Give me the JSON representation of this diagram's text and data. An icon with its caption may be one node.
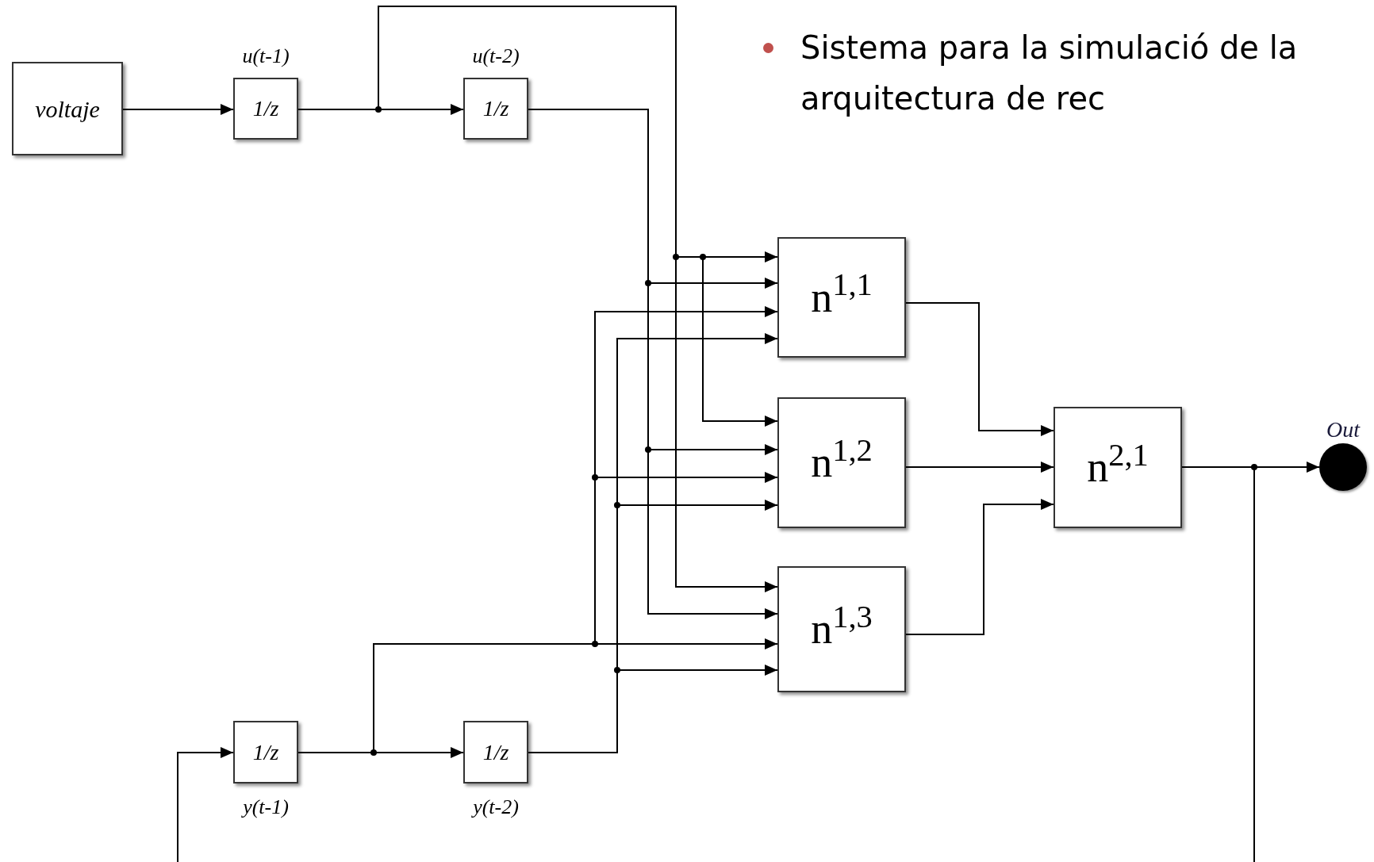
{
  "diagram": {
    "nodes": [
      {
        "text": [
          "voltaje"
        ]
      },
      {
        "text": [
          "1/z"
        ],
        "beside": [
          "u(t-1)"
        ]
      },
      {
        "text": [
          "1/z"
        ],
        "beside": [
          "u(t-2)"
        ]
      },
      {
        "text": [
          "1/z"
        ],
        "beside": [
          "y(t-1)"
        ]
      },
      {
        "text": [
          "1/z"
        ],
        "beside": [
          "y(t-2)"
        ]
      },
      {
        "text": [
          "n$^{1,1}$"
        ]
      },
      {
        "text": [
          "n$^{1,2}$"
        ]
      },
      {
        "text": [
          "n$^{1,3}$"
        ]
      },
      {
        "text": [
          "n$^{2,1}$"
        ]
      },
      {
        "text": [
          "Out"
        ]
      }
    ],
    "edges": [
      {
        "from": 0,
        "to": 1,
        "arrow": "to"
      },
      {
        "from": 1,
        "to": 2,
        "arrow": "to"
      },
      {
        "from": 1,
        "to": 5,
        "arrow": "to"
      },
      {
        "from": 1,
        "to": 6,
        "arrow": "to"
      },
      {
        "from": 1,
        "to": 7,
        "arrow": "to"
      },
      {
        "from": 2,
        "to": 5,
        "arrow": "to"
      },
      {
        "from": 2,
        "to": 6,
        "arrow": "to"
      },
      {
        "from": 2,
        "to": 7,
        "arrow": "to"
      },
      {
        "from": 3,
        "to": 4,
        "arrow": "to"
      },
      {
        "from": 3,
        "to": 5,
        "arrow": "to"
      },
      {
        "from": 3,
        "to": 6,
        "arrow": "to"
      },
      {
        "from": 3,
        "to": 7,
        "arrow": "to"
      },
      {
        "from": 4,
        "to": 5,
        "arrow": "to"
      },
      {
        "from": 4,
        "to": 6,
        "arrow": "to"
      },
      {
        "from": 4,
        "to": 7,
        "arrow": "to"
      },
      {
        "from": 5,
        "to": 8,
        "arrow": "to"
      },
      {
        "from": 6,
        "to": 8,
        "arrow": "to"
      },
      {
        "from": 7,
        "to": 8,
        "arrow": "to"
      },
      {
        "from": 8,
        "to": 9,
        "arrow": "to"
      },
      {
        "from": 8,
        "to": null,
        "arrow": "none"
      },
      {
        "from": null,
        "to": 3,
        "arrow": "to"
      }
    ],
    "labels": [
      "Sistema para la simulació de la arquitectura de rec"
    ]
  }
}
